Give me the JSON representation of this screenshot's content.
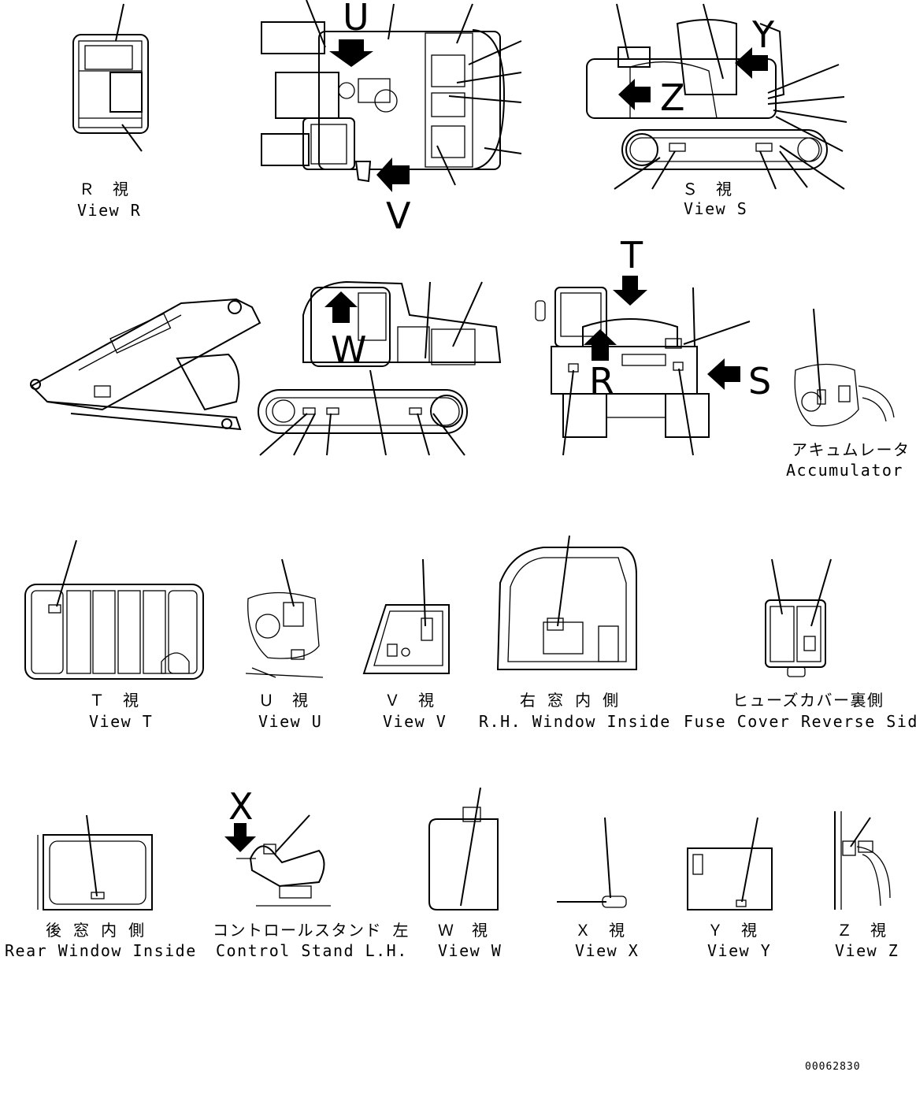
{
  "views": {
    "r": {
      "jp": "Ｒ　視",
      "en": "View R"
    },
    "s": {
      "jp": "Ｓ　視",
      "en": "View S"
    },
    "t": {
      "jp": "Ｔ　視",
      "en": "View T"
    },
    "u": {
      "jp": "Ｕ　視",
      "en": "View U"
    },
    "v": {
      "jp": "Ｖ　視",
      "en": "View V"
    },
    "w": {
      "jp": "Ｗ　視",
      "en": "View W"
    },
    "x": {
      "jp": "Ｘ　視",
      "en": "View X"
    },
    "y": {
      "jp": "Ｙ　視",
      "en": "View Y"
    },
    "z": {
      "jp": "Ｚ　視",
      "en": "View Z"
    },
    "rh_window": {
      "jp": "右 窓 内 側",
      "en": "R.H. Window Inside"
    },
    "fuse_cover": {
      "jp": "ヒューズカバー裏側",
      "en": "Fuse Cover Reverse Side"
    },
    "rear_window": {
      "jp": "後 窓 内 側",
      "en": "Rear Window Inside"
    },
    "control_stand": {
      "jp": "コントロールスタンド 左",
      "en": "Control Stand L.H."
    },
    "accumulator": {
      "jp": "アキュムレータ",
      "en": "Accumulator"
    }
  },
  "arrow_letters": {
    "u": "U",
    "v": "V",
    "y": "Y",
    "z": "Z",
    "t": "T",
    "s": "S",
    "r": "R",
    "w": "W",
    "x": "X"
  },
  "drawing_number": "00062830",
  "colors": {
    "line": "#000000",
    "background": "#ffffff"
  }
}
